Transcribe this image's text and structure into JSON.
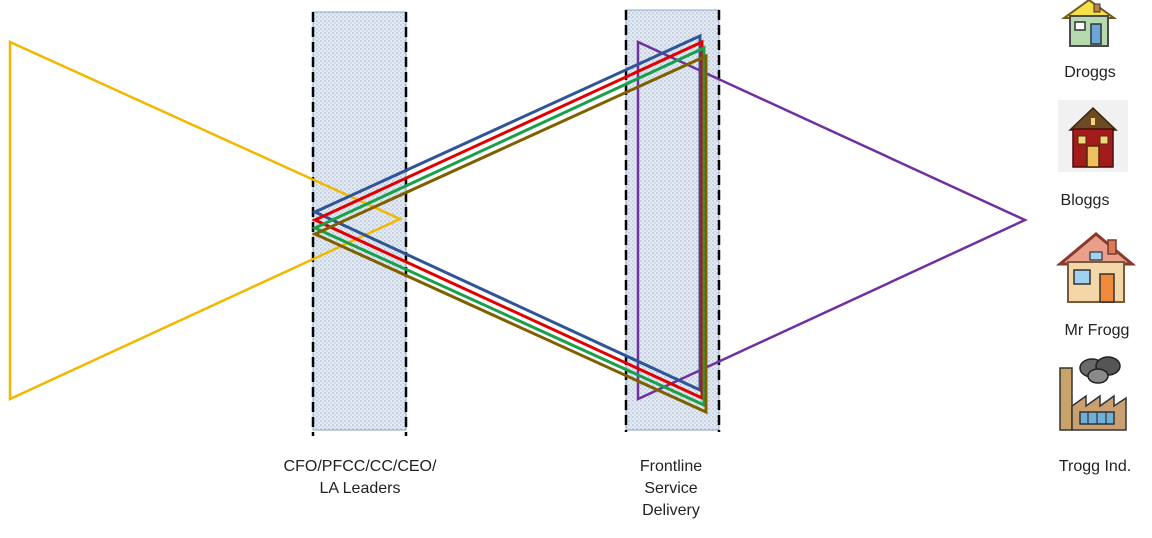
{
  "labels": {
    "leaders": "CFO/PFCC/CC/CEO/\nLA Leaders",
    "frontline": "Frontline\nService\nDelivery"
  },
  "entities": [
    {
      "name": "Droggs",
      "icon": "house-yellow-icon"
    },
    {
      "name": "Bloggs",
      "icon": "house-red-icon"
    },
    {
      "name": "Mr Frogg",
      "icon": "house-brick-icon"
    },
    {
      "name": "Trogg Ind.",
      "icon": "factory-icon"
    }
  ],
  "colors": {
    "yellow": "#f2b800",
    "blue": "#2f5597",
    "red": "#e00000",
    "green": "#1aa04a",
    "olive": "#7f6000",
    "purple": "#7030a0",
    "band_fill": "#dfe7f1"
  }
}
